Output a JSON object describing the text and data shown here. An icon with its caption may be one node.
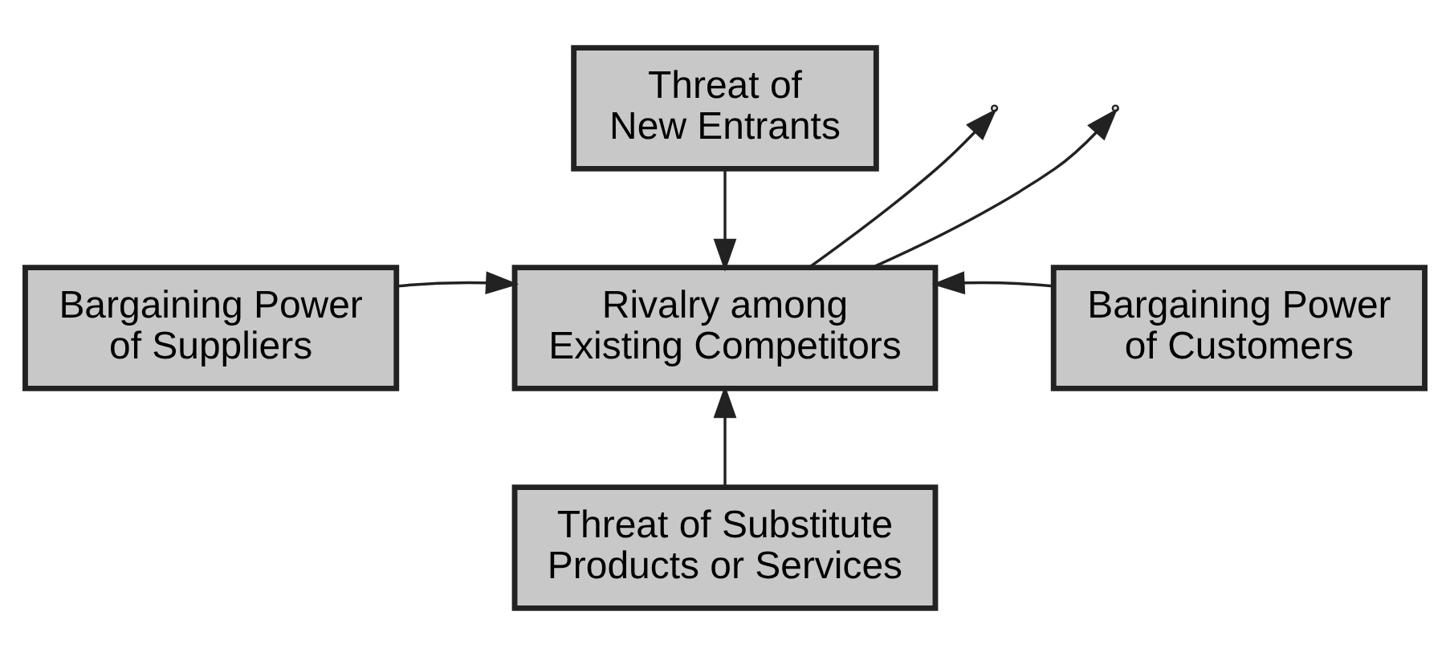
{
  "diagram": {
    "nodes": [
      {
        "text": [
          "Threat of New Entrants"
        ]
      },
      {
        "text": [
          "Bargaining Power of Suppliers"
        ]
      },
      {
        "text": [
          "Rivalry among Existing Competitors"
        ]
      },
      {
        "text": [
          "Bargaining Power of Customers"
        ]
      },
      {
        "text": [
          "Threat of Substitute Products or Services"
        ]
      }
    ],
    "edges": [
      {
        "from": 0,
        "to": 2,
        "arrow": "to"
      },
      {
        "from": 1,
        "to": 2,
        "arrow": "to"
      },
      {
        "from": 3,
        "to": 2,
        "arrow": "to"
      },
      {
        "from": 4,
        "to": 2,
        "arrow": "to"
      },
      {
        "from": 2,
        "to": null,
        "arrow": "to"
      },
      {
        "from": 2,
        "to": null,
        "arrow": "to"
      }
    ]
  }
}
